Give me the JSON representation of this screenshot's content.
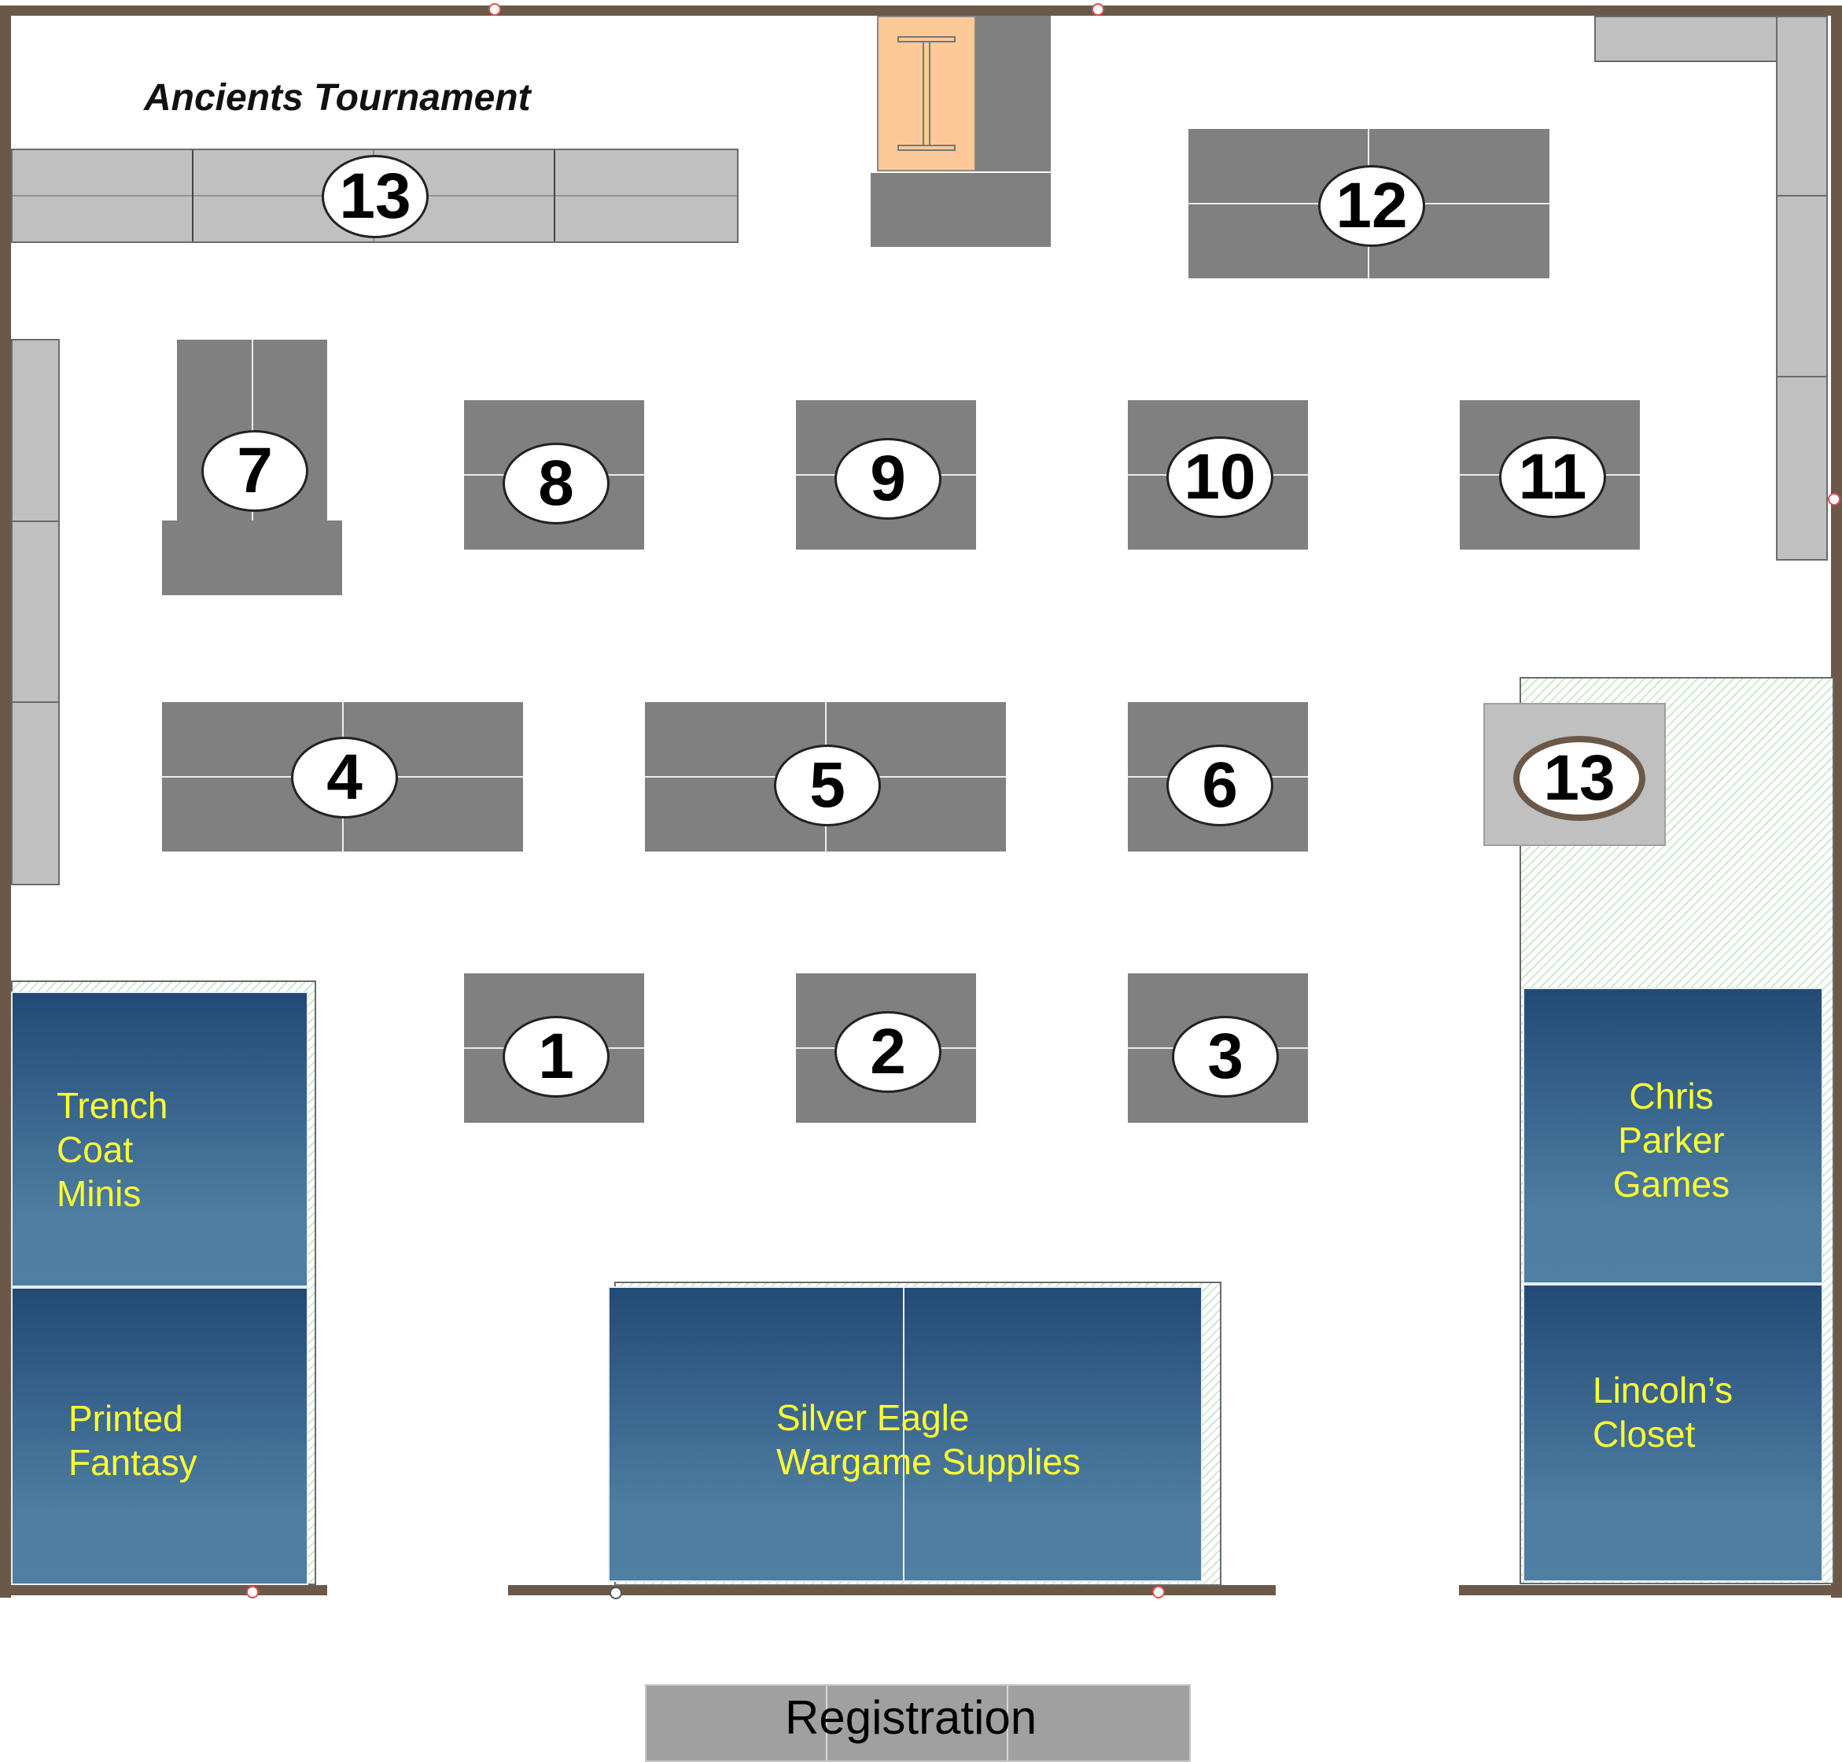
{
  "title": "Ancients Tournament",
  "tables": {
    "t1": "1",
    "t2": "2",
    "t3": "3",
    "t4": "4",
    "t5": "5",
    "t6": "6",
    "t7": "7",
    "t8": "8",
    "t9": "9",
    "t10": "10",
    "t11": "11",
    "t12": "12",
    "t13_top": "13",
    "t13_right": "13"
  },
  "vendors": {
    "trench": "Trench\nCoat\nMinis",
    "printed": "Printed\nFantasy",
    "silver": "Silver Eagle\nWargame Supplies",
    "chris": "Chris\nParker\nGames",
    "lincoln": "Lincoln’s\nCloset"
  },
  "registration": "Registration",
  "colors": {
    "wall": "#6b5848",
    "table": "#808080",
    "light_table": "#c0c0c0",
    "vendor_text": "#ffff33",
    "highlight_pillar": "#fdc999"
  }
}
